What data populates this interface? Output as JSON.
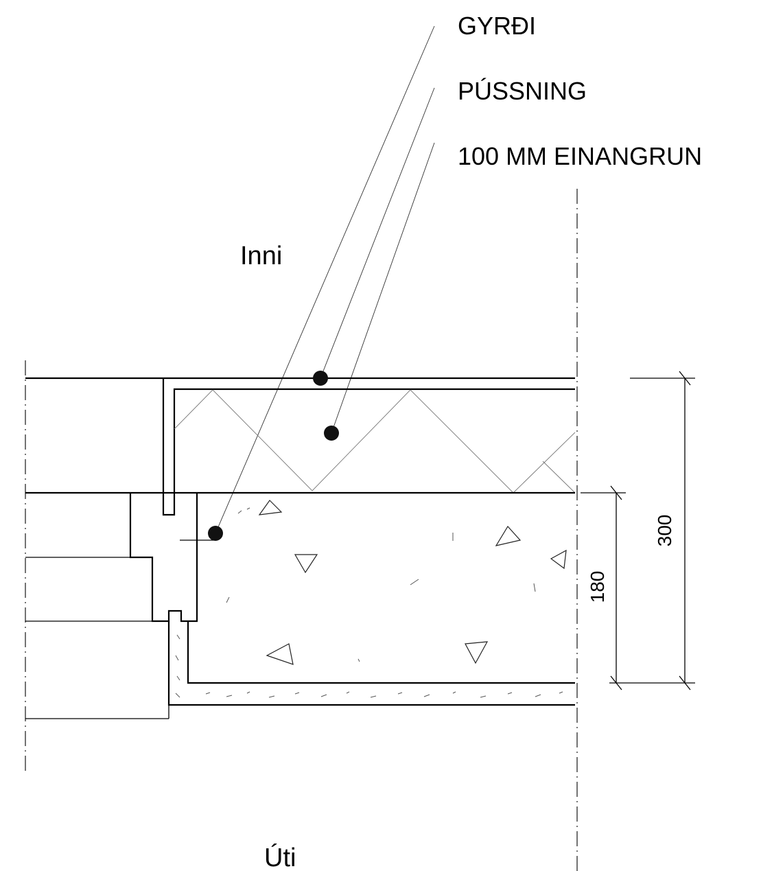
{
  "callouts": {
    "gyrdi": "GYRÐI",
    "pussning": "PÚSSNING",
    "einangrun": "100 MM EINANGRUN"
  },
  "rooms": {
    "inside": "Inni",
    "outside": "Úti"
  },
  "dimensions": {
    "total": "300",
    "slab": "180"
  }
}
